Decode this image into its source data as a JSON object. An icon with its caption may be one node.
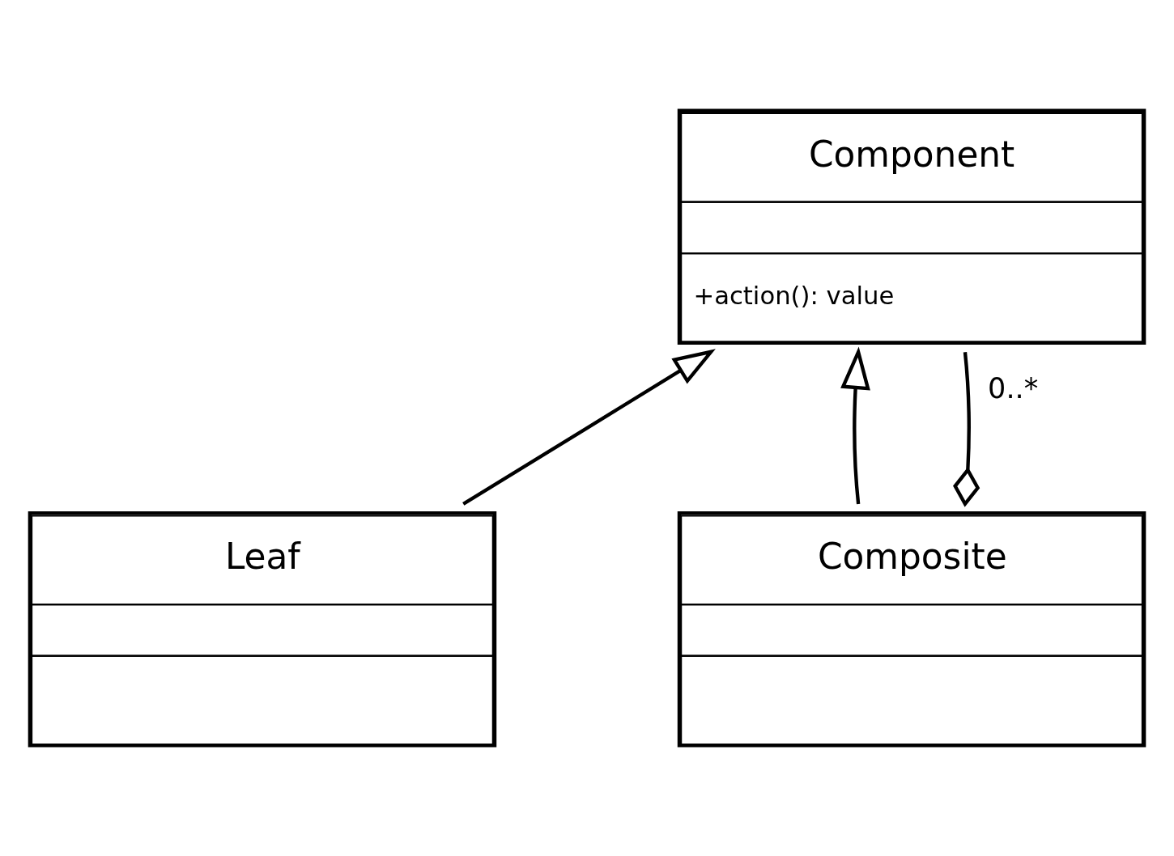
{
  "diagram": {
    "nodes": [
      {
        "text": [
          "Component",
          "+action(): value"
        ]
      },
      {
        "text": [
          "Leaf"
        ]
      },
      {
        "text": [
          "Composite"
        ]
      }
    ],
    "edges": [
      {
        "from": 1,
        "to": 0,
        "arrow": "to"
      },
      {
        "from": 2,
        "to": 0,
        "arrow": "to"
      },
      {
        "from": 2,
        "to": 0,
        "arrow": "other",
        "label": "0..*"
      }
    ]
  }
}
